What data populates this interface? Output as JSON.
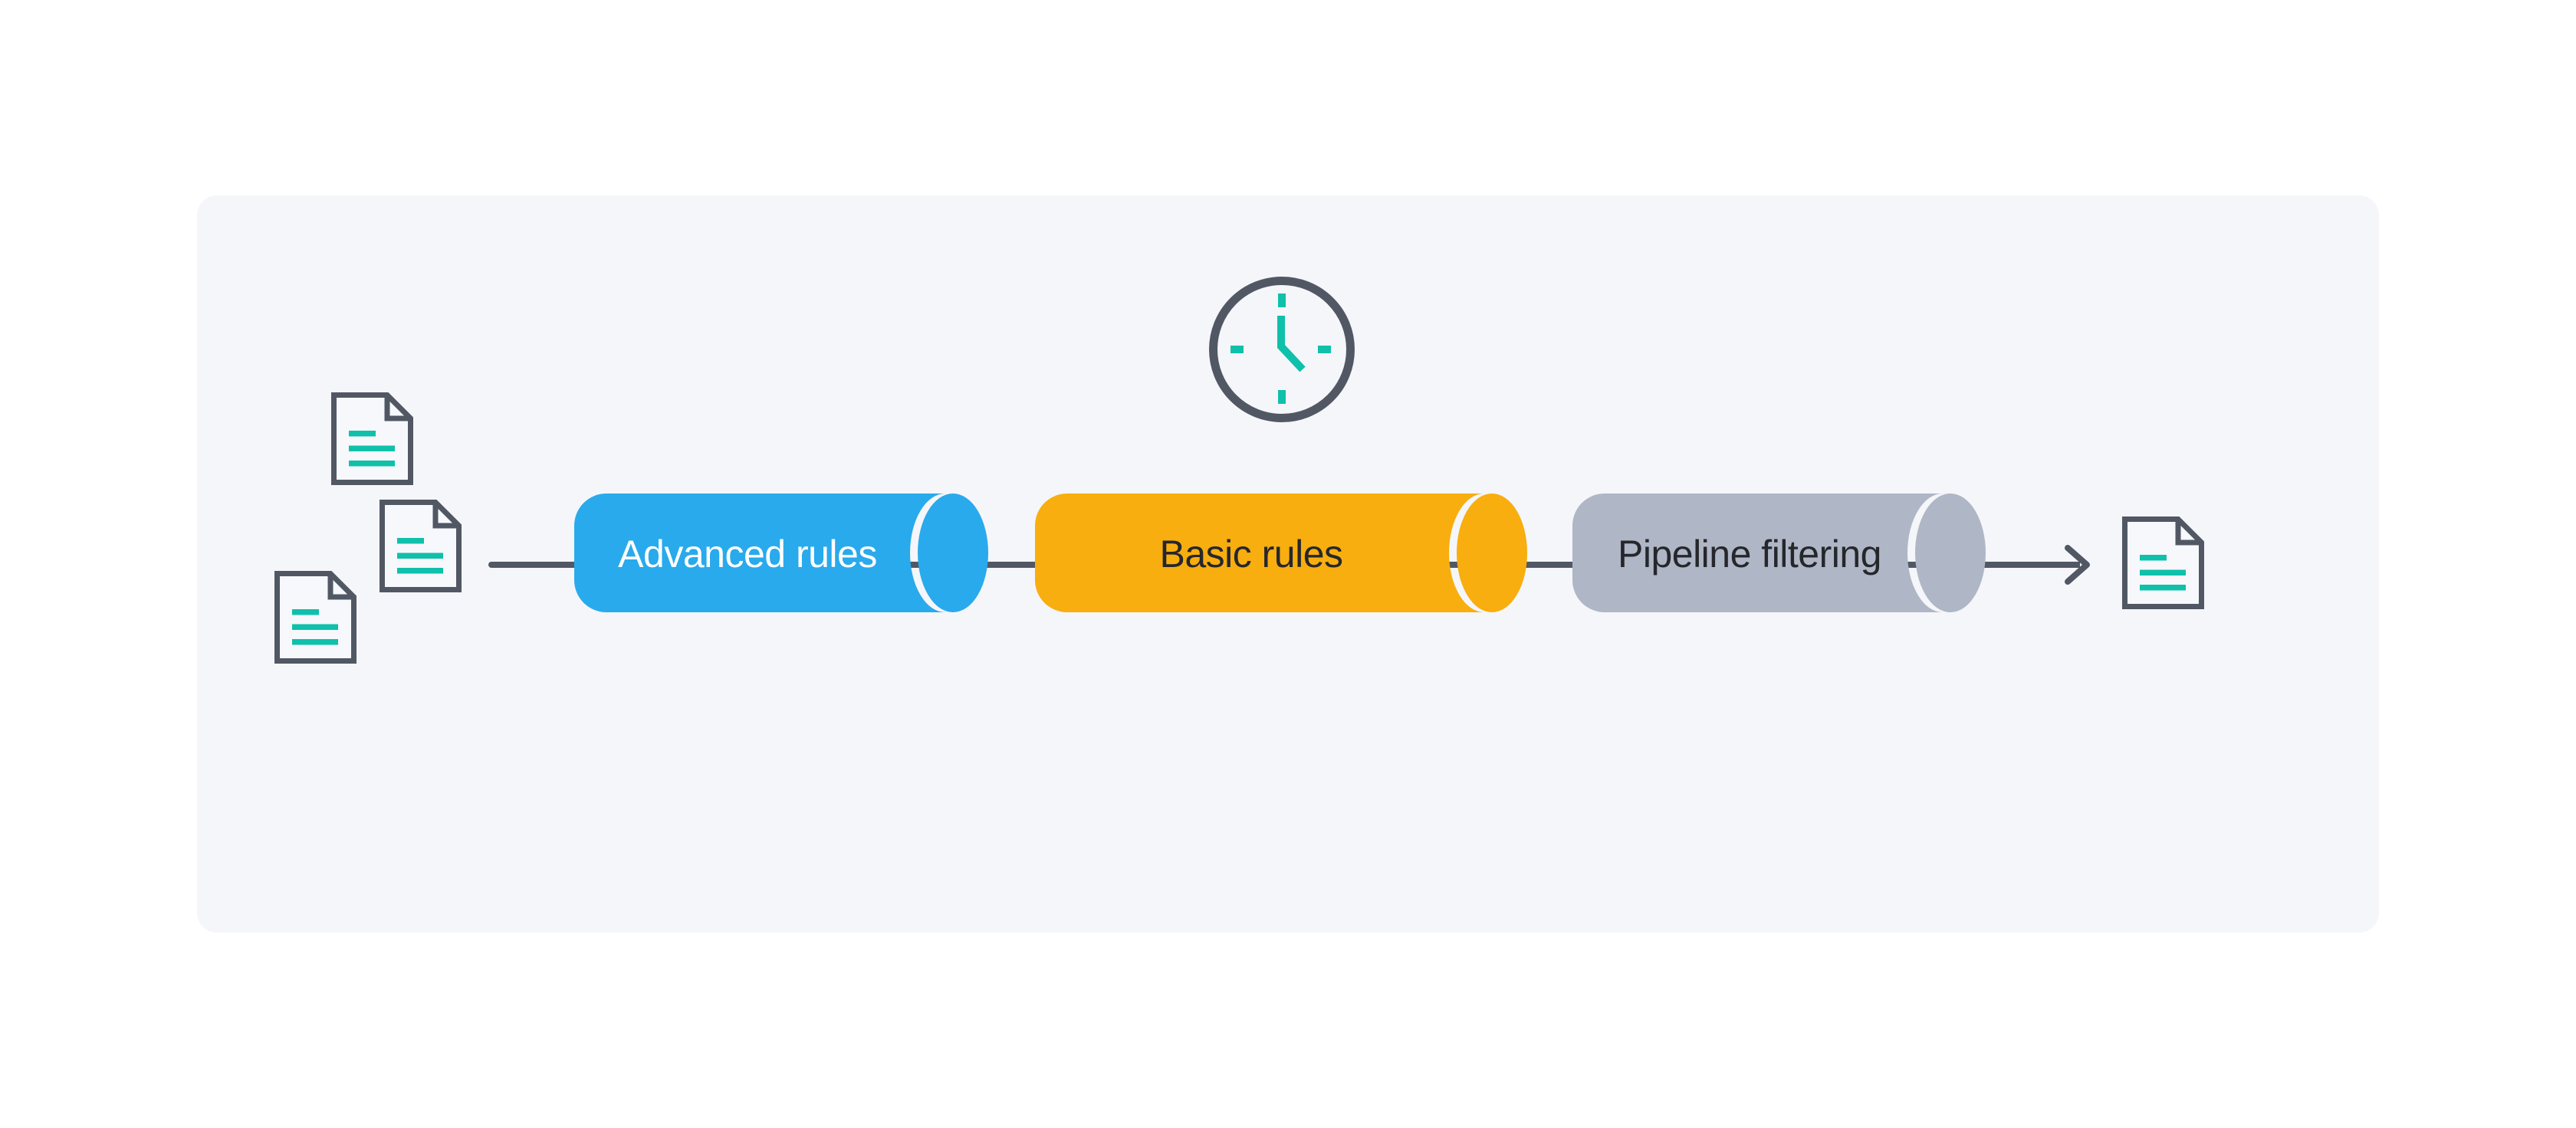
{
  "page": {
    "background": "#ffffff"
  },
  "panel": {
    "background": "#f5f6fa"
  },
  "palette": {
    "outline_slate": "#515864",
    "accent_teal": "#0fc0ab",
    "stage_blue": "#29aaec",
    "stage_orange": "#f8ae0e",
    "stage_gray": "#afb6c5"
  },
  "pipeline": {
    "stages": [
      {
        "label": "Advanced rules",
        "fill": "#29aaec",
        "text_color": "#ffffff"
      },
      {
        "label": "Basic rules",
        "fill": "#f8ae0e",
        "text_color": "#25272c"
      },
      {
        "label": "Pipeline filtering",
        "fill": "#afb6c5",
        "text_color": "#25272c"
      }
    ],
    "flow_direction": "left-to-right",
    "input_documents_count": 3,
    "output_documents_count": 1,
    "icon_names": [
      "document-icon",
      "clock-icon",
      "arrow-right-icon"
    ]
  }
}
